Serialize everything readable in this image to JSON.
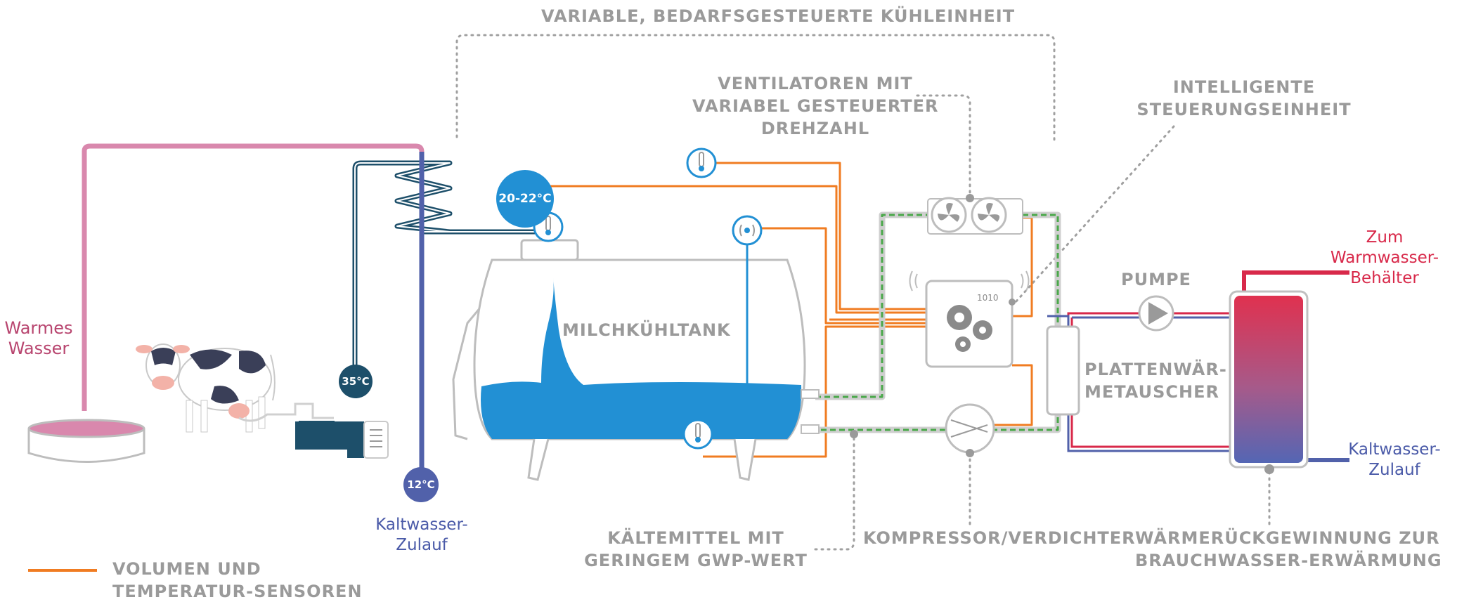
{
  "labels": {
    "cooling_unit": "VARIABLE, BEDARFSGESTEUERTE KÜHLEINHEIT",
    "fans_1": "VENTILATOREN MIT",
    "fans_2": "VARIABEL GESTEUERTER",
    "fans_3": "DREHZAHL",
    "control_1": "INTELLIGENTE",
    "control_2": "STEUERUNGSEINHEIT",
    "pump": "PUMPE",
    "hot_tank_1": "Zum",
    "hot_tank_2": "Warmwasser-",
    "hot_tank_3": "Behälter",
    "warm_water_1": "Warmes",
    "warm_water_2": "Wasser",
    "milk_tank": "MILCHKÜHLTANK",
    "plate_hx_1": "PLATTENWÄR-",
    "plate_hx_2": "METAUSCHER",
    "cold_inlet_left_1": "Kaltwasser-",
    "cold_inlet_left_2": "Zulauf",
    "cold_inlet_right_1": "Kaltwasser-",
    "cold_inlet_right_2": "Zulauf",
    "refrigerant_1": "KÄLTEMITTEL MIT",
    "refrigerant_2": "GERINGEM GWP-WERT",
    "compressor": "KOMPRESSOR/VERDICHTER",
    "heat_recovery_1": "WÄRMERÜCKGEWINNUNG ZUR",
    "heat_recovery_2": "BRAUCHWASSER-ERWÄRMUNG",
    "legend_1": "VOLUMEN UND",
    "legend_2": "TEMPERATUR-SENSOREN"
  },
  "temperatures": {
    "milk": "20-22°C",
    "water_35": "35°C",
    "water_12": "12°C"
  },
  "control_unit_code": "1010",
  "colors": {
    "sensor_line": "#f07c22",
    "refrigerant": "#4aa84a",
    "milk_blue": "#2290d4",
    "warm_pink": "#d988ad",
    "coil_dark": "#1d4f6a",
    "cold_blue": "#5161aa",
    "hot_red": "#d8294a",
    "grey": "#9a9a9a"
  }
}
